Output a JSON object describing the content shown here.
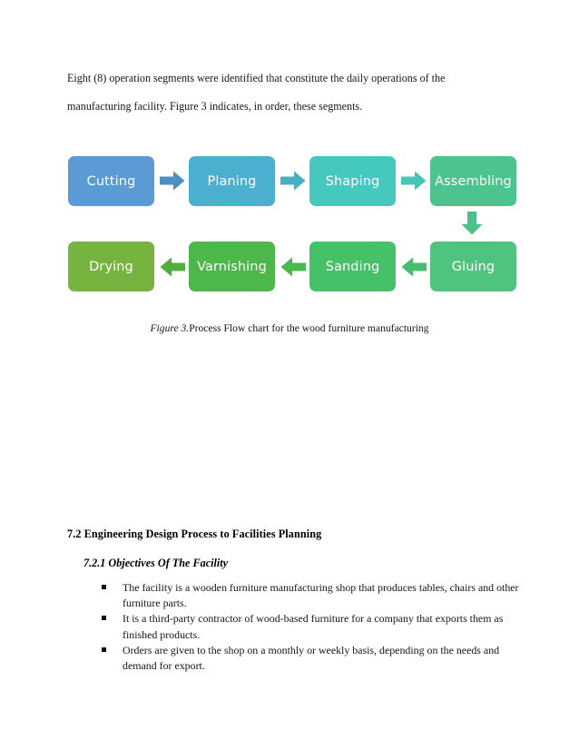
{
  "document": {
    "intro_line_1": "Eight (8) operation segments were identified that constitute the daily operations of the",
    "intro_line_2": "manufacturing facility. Figure 3 indicates, in order, these segments.",
    "caption_label": "Figure 3.",
    "caption_text": "Process Flow chart for the wood furniture manufacturing",
    "heading_72": "7.2 Engineering Design Process to Facilities Planning",
    "heading_721": "7.2.1 Objectives Of The Facility",
    "bullets": [
      "The facility is a wooden furniture manufacturing shop that produces tables, chairs and other furniture parts.",
      "It is a third-party contractor of wood-based furniture for a company that exports them as finished products.",
      "Orders are given to the shop on a monthly or weekly basis, depending on the needs and demand for export."
    ],
    "bullet_glyph": "square-bullet-icon"
  },
  "chart_data": {
    "type": "flowchart",
    "title": "Process Flow chart for the wood furniture manufacturing",
    "segment_count": 8,
    "orientation": "serpentine-two-rows",
    "rows": [
      {
        "direction": "left-to-right",
        "nodes": [
          {
            "label": "Cutting",
            "color": "#5B9BD5",
            "order": 1
          },
          {
            "label": "Planing",
            "color": "#4BAFD0",
            "order": 2
          },
          {
            "label": "Shaping",
            "color": "#45C8BE",
            "order": 3
          },
          {
            "label": "Assembling",
            "color": "#4DC38D",
            "order": 4
          }
        ]
      },
      {
        "direction": "right-to-left",
        "nodes": [
          {
            "label": "Drying",
            "color": "#76B33F",
            "order": 8
          },
          {
            "label": "Varnishing",
            "color": "#4CB849",
            "order": 7
          },
          {
            "label": "Sanding",
            "color": "#45C168",
            "order": 6
          },
          {
            "label": "Gluing",
            "color": "#4FC47E",
            "order": 5
          }
        ]
      }
    ],
    "connectors": [
      {
        "name": "cutting-to-planing",
        "direction": "right",
        "color": "#4A90C4"
      },
      {
        "name": "planing-to-shaping",
        "direction": "right",
        "color": "#44B0C2"
      },
      {
        "name": "shaping-to-assembling",
        "direction": "right",
        "color": "#44C6B5"
      },
      {
        "name": "assembling-to-gluing",
        "direction": "down",
        "color": "#4EC189"
      },
      {
        "name": "gluing-to-sanding",
        "direction": "left",
        "color": "#45BE6E"
      },
      {
        "name": "sanding-to-varnishing",
        "direction": "left",
        "color": "#47B94D"
      },
      {
        "name": "varnishing-to-drying",
        "direction": "left",
        "color": "#52AE3C"
      }
    ],
    "sequence": [
      "Cutting",
      "Planing",
      "Shaping",
      "Assembling",
      "Gluing",
      "Sanding",
      "Varnishing",
      "Drying"
    ]
  }
}
